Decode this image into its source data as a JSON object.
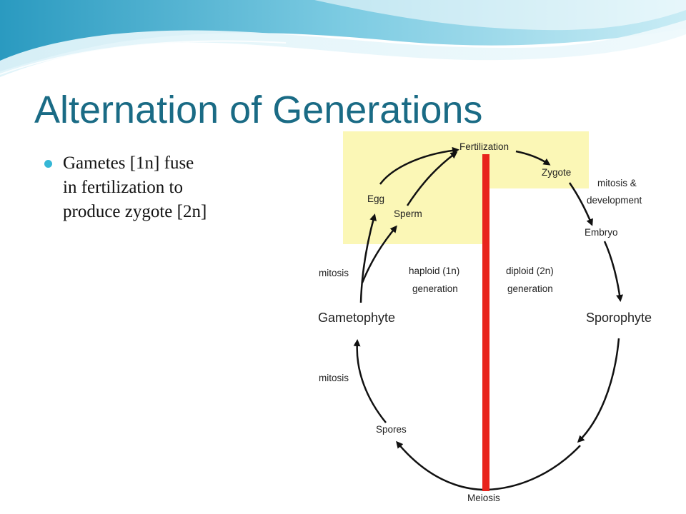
{
  "slide": {
    "title": "Alternation of Generations",
    "bullet": {
      "lines": [
        "Gametes [1n] fuse",
        "in fertilization to",
        "produce zygote [2n]"
      ]
    }
  },
  "diagram": {
    "labels": {
      "fertilization": "Fertilization",
      "zygote": "Zygote",
      "mitosis_development_1": "mitosis &",
      "mitosis_development_2": "development",
      "embryo": "Embryo",
      "sporophyte": "Sporophyte",
      "meiosis": "Meiosis",
      "spores": "Spores",
      "mitosis_lower": "mitosis",
      "gametophyte": "Gametophyte",
      "mitosis_upper": "mitosis",
      "egg": "Egg",
      "sperm": "Sperm",
      "haploid_1": "haploid (1n)",
      "haploid_2": "generation",
      "diploid_1": "diploid (2n)",
      "diploid_2": "generation"
    },
    "colors": {
      "highlight": "#fbf7b6",
      "divider": "#e8231c",
      "arrows": "#111111"
    }
  },
  "theme": {
    "title_color": "#1a6b85",
    "bullet_color": "#35b7d6",
    "wave_colors": [
      "#1e8fb3",
      "#6fc2db",
      "#bfe6f1"
    ]
  }
}
